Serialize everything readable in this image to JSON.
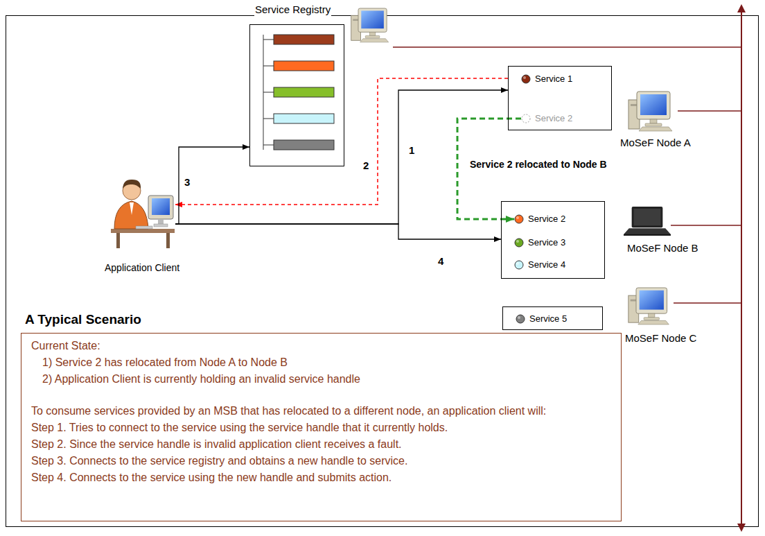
{
  "diagram": {
    "nodes": [
      {
        "text": [
          "Service Registry"
        ]
      },
      {
        "text": [
          "MoSeF Node A"
        ]
      },
      {
        "text": [
          "Service 1"
        ],
        "in": 1
      },
      {
        "text": [
          "Service 2"
        ],
        "in": 1
      },
      {
        "text": [
          "MoSeF Node B"
        ]
      },
      {
        "text": [
          "Service 2"
        ],
        "in": 4
      },
      {
        "text": [
          "Service 3"
        ],
        "in": 4
      },
      {
        "text": [
          "Service 4"
        ],
        "in": 4
      },
      {
        "text": [
          "MoSeF Node C"
        ]
      },
      {
        "text": [
          "Service 5"
        ],
        "in": 8
      },
      {
        "text": [
          "Application Client"
        ]
      },
      {
        "text": [
          "A Typical Scenario",
          "Current State:",
          "1) Service 2 has relocated from Node A to Node B",
          "2) Application Client is currently holding an invalid service handle",
          "To consume services provided by an MSB that has relocated to a different node, an application client will:",
          "Step 1. Tries to connect to the service using the service handle that it currently holds.",
          "Step 2. Since the service handle is invalid application client receives a fault.",
          "Step 3. Connects to the service registry and obtains a new handle to service.",
          "Step 4. Connects to the service using the new handle and submits action."
        ]
      }
    ],
    "edges": [
      {
        "from": 10,
        "to": 1,
        "arrow": "to",
        "label": "1"
      },
      {
        "from": 1,
        "to": 10,
        "arrow": "to",
        "label": "2"
      },
      {
        "from": 10,
        "to": 0,
        "arrow": "to",
        "label": "3"
      },
      {
        "from": 10,
        "to": 4,
        "arrow": "to",
        "label": "4"
      },
      {
        "from": 3,
        "to": 5,
        "arrow": "to",
        "label": "Service 2 relocated to Node B"
      }
    ]
  }
}
